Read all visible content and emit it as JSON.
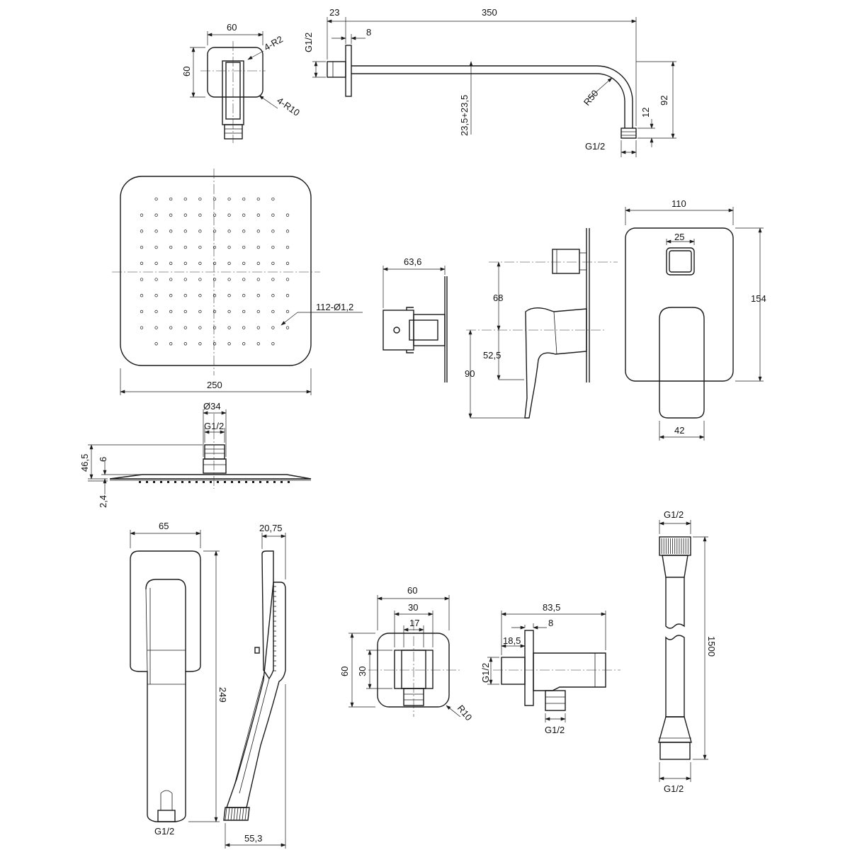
{
  "labels": {
    "wall_flange_width": "60",
    "wall_flange_height": "60",
    "wall_flange_corner_small": "4-R2",
    "wall_flange_corner_large": "4-R10",
    "arm_offset": "23",
    "arm_length": "350",
    "arm_plate": "8",
    "arm_thread_inlet": "G1/2",
    "arm_thread_outlet": "G1/2",
    "arm_half_height": "23,5+23,5",
    "arm_radius": "R50",
    "arm_tip": "12",
    "arm_drop": "92",
    "head_nozzles": "112-Ø1,2",
    "head_width": "250",
    "head_nut_diameter": "Ø34",
    "head_thread": "G1/2",
    "head_total_height": "46,5",
    "head_body_height": "6",
    "head_plate_thickness": "2,4",
    "mixer_depth": "63,6",
    "mixer_upper": "68",
    "mixer_lower": "52,5",
    "mixer_reach": "90",
    "mixer_plate_width": "110",
    "mixer_plate_height": "154",
    "mixer_button": "25",
    "mixer_handle": "42",
    "hand_width": "65",
    "hand_length": "249",
    "hand_thread": "G1/2",
    "hand_thickness": "20,75",
    "hand_side_width": "55,3",
    "outlet_width": "60",
    "outlet_inner": "30",
    "outlet_core": "17",
    "outlet_height": "60",
    "outlet_inner_height": "30",
    "outlet_radius": "R10",
    "outlet_length": "83,5",
    "outlet_plate": "8",
    "outlet_offset": "18,5",
    "outlet_thread_in": "G1/2",
    "outlet_thread_out": "G1/2",
    "hose_thread_top": "G1/2",
    "hose_length": "1500",
    "hose_thread_bottom": "G1/2"
  },
  "rain_head": {
    "nozzle_rows": 10,
    "nozzle_cols": 11
  }
}
